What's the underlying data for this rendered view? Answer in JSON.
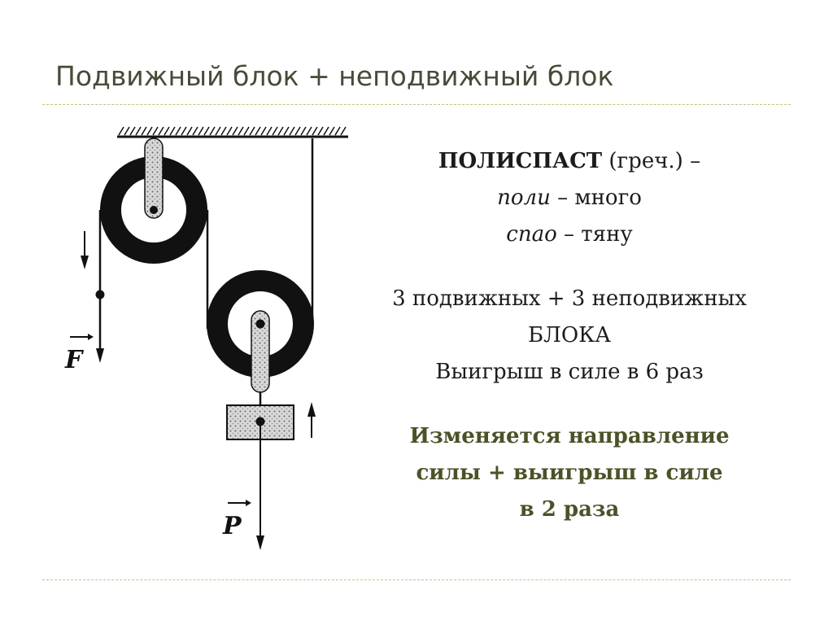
{
  "title": "Подвижный блок + неподвижный блок",
  "definition": {
    "term": "ПОЛИСПАСТ",
    "origin": " (греч.) –",
    "part1_word": "поли",
    "part1_meaning": " – много",
    "part2_word": "спао",
    "part2_meaning": " – тяну"
  },
  "info_lines": [
    "3 подвижных + 3 неподвижных",
    "БЛОКА",
    "Выигрыш в силе в 6 раз"
  ],
  "conclusion_lines": [
    "Изменяется направление",
    "силы + выигрыш в силе",
    "в 2 раза"
  ],
  "figure": {
    "force_label": "F",
    "weight_label": "P"
  },
  "colors": {
    "title": "#4a4a38",
    "conclusion": "#4a5228",
    "rule": "#c9c27a"
  }
}
